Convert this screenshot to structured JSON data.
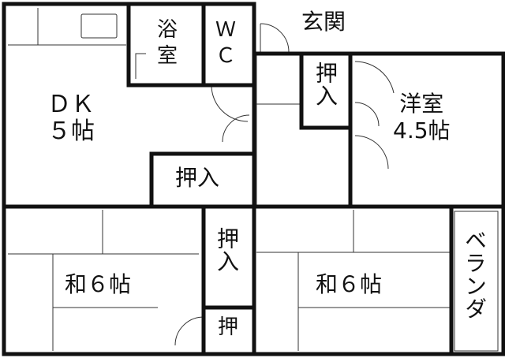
{
  "plan": {
    "rooms": {
      "dk_line1": "ＤＫ",
      "dk_line2": "５帖",
      "bath": "浴室",
      "wc": "ＷＣ",
      "entrance": "玄関",
      "closet_upper": "押入",
      "western_line1": "洋室",
      "western_line2": "4.5帖",
      "closet_mid": "押入",
      "closet_center": "押入",
      "closet_small": "押",
      "japanese_left": "和６帖",
      "japanese_right": "和６帖",
      "veranda": "ベランダ"
    }
  }
}
